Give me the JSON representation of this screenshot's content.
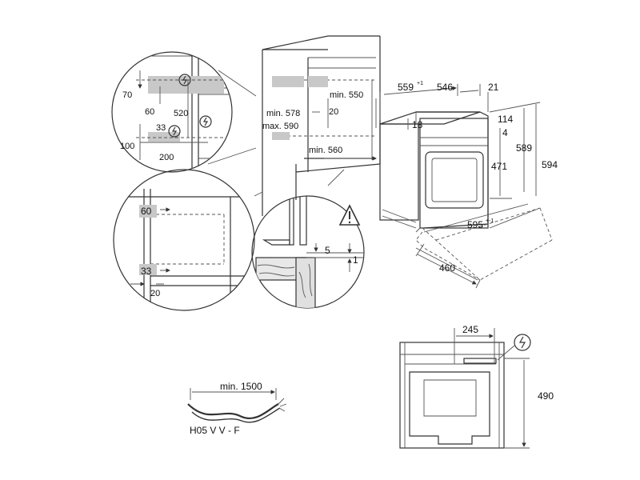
{
  "circle_top": {
    "d70": "70",
    "d60": "60",
    "d520": "520",
    "d33": "33",
    "d100": "100",
    "d200": "200",
    "icon_1": "power-socket-icon",
    "icon_2": "power-socket-icon",
    "icon_3": "power-socket-icon"
  },
  "cabinet": {
    "min578": "min. 578",
    "max590": "max. 590",
    "min550": "min. 550",
    "d20": "20",
    "min560": "min. 560"
  },
  "circle_left": {
    "d60": "60",
    "d33": "33",
    "d20": "20"
  },
  "circle_right": {
    "d5": "5",
    "d1": "1",
    "warning_icon": "warning-triangle-icon"
  },
  "oven": {
    "d559": "559",
    "d559_tol": "+1",
    "d546": "546",
    "d21": "21",
    "d18": "18",
    "d114": "114",
    "d4": "4",
    "d471": "471",
    "d589": "589",
    "d594": "594",
    "d595": "595",
    "d595_tol": "+-1",
    "d460": "460"
  },
  "cable": {
    "length_label": "min. 1500",
    "type_label": "H05 V V - F"
  },
  "front_view": {
    "d245": "245",
    "d490": "490",
    "icon": "power-socket-icon"
  }
}
